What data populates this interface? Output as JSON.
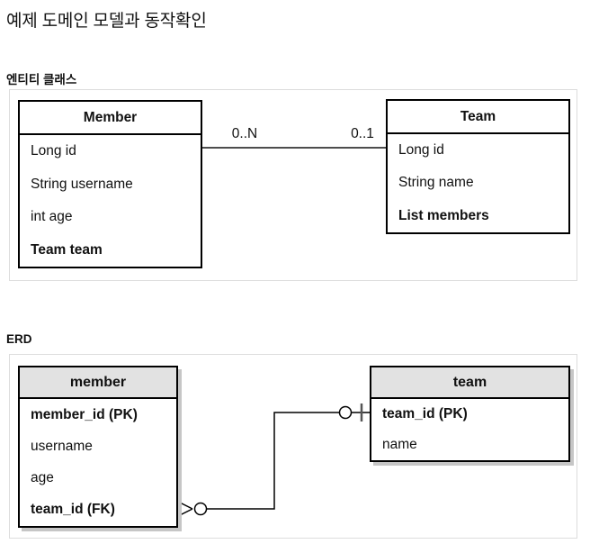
{
  "page": {
    "title": "예제 도메인 모델과 동작확인"
  },
  "entity_section": {
    "heading": "엔티티 클래스",
    "classes": [
      {
        "name": "Member",
        "fields": [
          {
            "text": "Long id",
            "bold": false
          },
          {
            "text": "String username",
            "bold": false
          },
          {
            "text": "int age",
            "bold": false
          },
          {
            "text": "Team team",
            "bold": true
          }
        ]
      },
      {
        "name": "Team",
        "fields": [
          {
            "text": "Long id",
            "bold": false
          },
          {
            "text": "String name",
            "bold": false
          },
          {
            "text": "List members",
            "bold": true
          }
        ]
      }
    ],
    "relationship": {
      "left_label": "0..N",
      "right_label": "0..1"
    }
  },
  "erd_section": {
    "heading": "ERD",
    "tables": [
      {
        "name": "member",
        "columns": [
          {
            "text": "member_id (PK)",
            "bold": true
          },
          {
            "text": "username",
            "bold": false
          },
          {
            "text": "age",
            "bold": false
          },
          {
            "text": "team_id (FK)",
            "bold": true
          }
        ]
      },
      {
        "name": "team",
        "columns": [
          {
            "text": "team_id (PK)",
            "bold": true
          },
          {
            "text": "name",
            "bold": false
          }
        ]
      }
    ],
    "relationship": {
      "member_end": "zero-or-many",
      "team_end": "zero-or-one"
    }
  },
  "colors": {
    "box_border": "#000000",
    "erd_header_bg": "#e2e2e2",
    "panel_border": "#dddddd",
    "association_line": "#4d4d4d",
    "table_shadow": "#c6c6c6",
    "text": "#111111"
  }
}
